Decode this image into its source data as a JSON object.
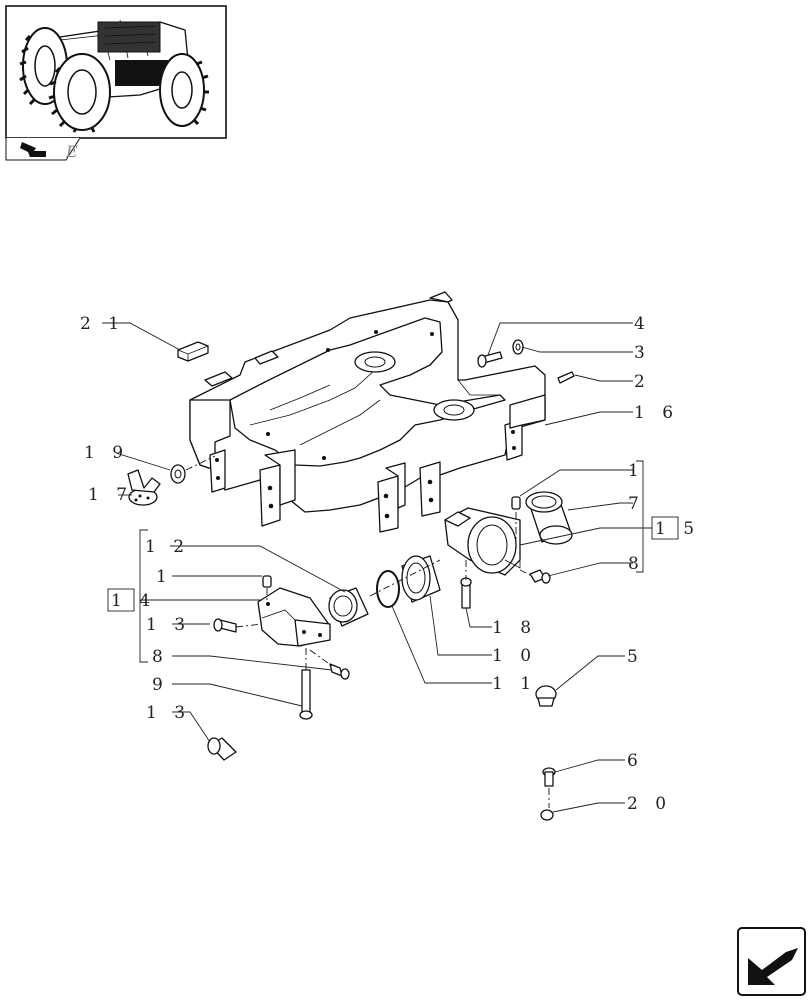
{
  "thumbnail": {
    "tab_label": "E"
  },
  "labels": [
    {
      "id": "l21",
      "text": "2 1"
    },
    {
      "id": "l4",
      "text": "4"
    },
    {
      "id": "l3",
      "text": "3"
    },
    {
      "id": "l2",
      "text": "2"
    },
    {
      "id": "l16",
      "text": "1 6"
    },
    {
      "id": "l19",
      "text": "1 9"
    },
    {
      "id": "l17",
      "text": "1 7"
    },
    {
      "id": "l1a",
      "text": "1"
    },
    {
      "id": "l7",
      "text": "7"
    },
    {
      "id": "l15",
      "text": "1 5"
    },
    {
      "id": "l8a",
      "text": "8"
    },
    {
      "id": "l12",
      "text": "1 2"
    },
    {
      "id": "l1b",
      "text": "1"
    },
    {
      "id": "l14",
      "text": "1 4"
    },
    {
      "id": "l13a",
      "text": "1 3"
    },
    {
      "id": "l18",
      "text": "1 8"
    },
    {
      "id": "l10",
      "text": "1 0"
    },
    {
      "id": "l8b",
      "text": "8"
    },
    {
      "id": "l11",
      "text": "1 1"
    },
    {
      "id": "l9",
      "text": "9"
    },
    {
      "id": "l5",
      "text": "5"
    },
    {
      "id": "l13b",
      "text": "1 3"
    },
    {
      "id": "l6",
      "text": "6"
    },
    {
      "id": "l20",
      "text": "2 0"
    }
  ]
}
